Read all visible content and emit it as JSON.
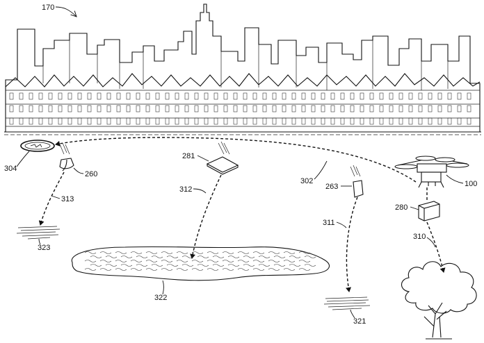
{
  "figure": {
    "labels": {
      "city": "170",
      "drone": "100",
      "package_drone": "280",
      "item_260": "260",
      "item_261": "281",
      "item_263": "263",
      "zone_304": "304",
      "path_302": "302",
      "path_310": "310",
      "path_311": "311",
      "path_312": "312",
      "path_313": "313",
      "target_321": "321",
      "lake_322": "322",
      "target_323": "323"
    }
  }
}
